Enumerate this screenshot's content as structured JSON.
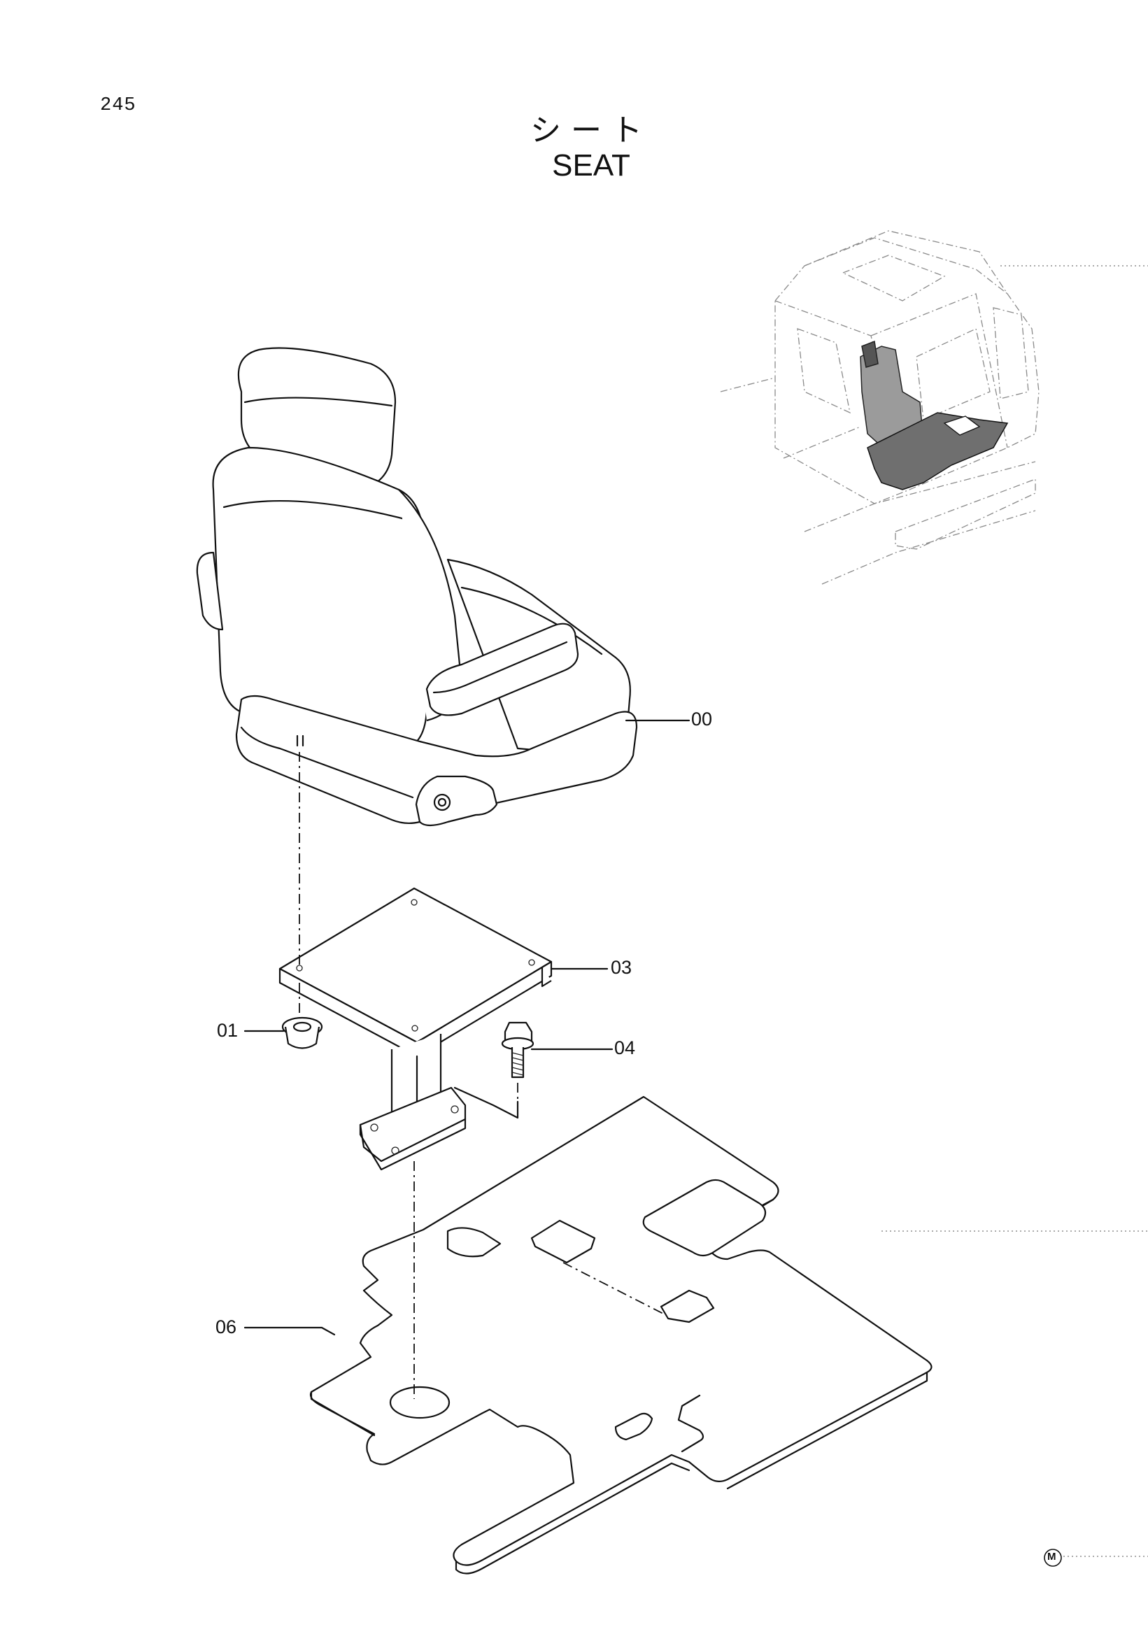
{
  "page": {
    "number": "245",
    "title_ja": "シート",
    "title_en": "SEAT"
  },
  "parts": [
    {
      "ref": "00"
    },
    {
      "ref": "03"
    },
    {
      "ref": "01"
    },
    {
      "ref": "04"
    },
    {
      "ref": "06"
    }
  ],
  "footer": {
    "mark": "M"
  }
}
